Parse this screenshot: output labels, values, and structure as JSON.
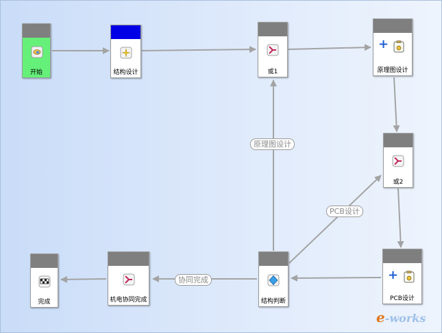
{
  "nodes": {
    "start": {
      "label": "开始"
    },
    "struct": {
      "label": "结构设计"
    },
    "or1": {
      "label": "或1"
    },
    "schematic": {
      "label": "原理图设计"
    },
    "or2": {
      "label": "或2"
    },
    "pcb": {
      "label": "PCB设计"
    },
    "judge": {
      "label": "结构判断"
    },
    "mech": {
      "label": "机电协同完成"
    },
    "done": {
      "label": "完成"
    }
  },
  "edge_labels": {
    "schematic": "原理图设计",
    "pcb": "PCB设计",
    "cowork": "协同完成"
  },
  "colors": {
    "start_body": "#65f07a",
    "struct_bar": "#0000e6",
    "default_bar": "#7f7f7f",
    "edge": "#999999"
  },
  "watermark": {
    "e": "e",
    "rest": "-works"
  }
}
